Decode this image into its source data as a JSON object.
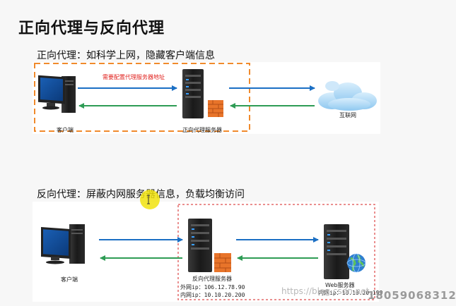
{
  "title": "正向代理与反向代理",
  "forward": {
    "caption": "正向代理：如科学上网，隐藏客户端信息",
    "note": "需要配置代理服务器地址",
    "client_label": "客户端",
    "proxy_label": "正向代理服务器",
    "internet_label": "互联网"
  },
  "reverse": {
    "caption": "反向代理：屏蔽内网服务器信息，负载均衡访问",
    "client_label": "客户端",
    "proxy_label": "反向代理服务器",
    "proxy_ext_ip": "外网ip：106.12.78.90",
    "proxy_int_ip": "内网ip：10.10.20.200",
    "web_label": "Web服务器",
    "web_int_ip": "内网ip：10.10.20.199"
  },
  "watermark": {
    "blog": "https://blog.csdn.net",
    "id": "18059068312"
  },
  "colors": {
    "request_arrow": "#1b6fc4",
    "response_arrow": "#2e9c55",
    "forward_border": "#f08a2c",
    "reverse_border": "#e36a6a",
    "note": "#e0201c"
  }
}
